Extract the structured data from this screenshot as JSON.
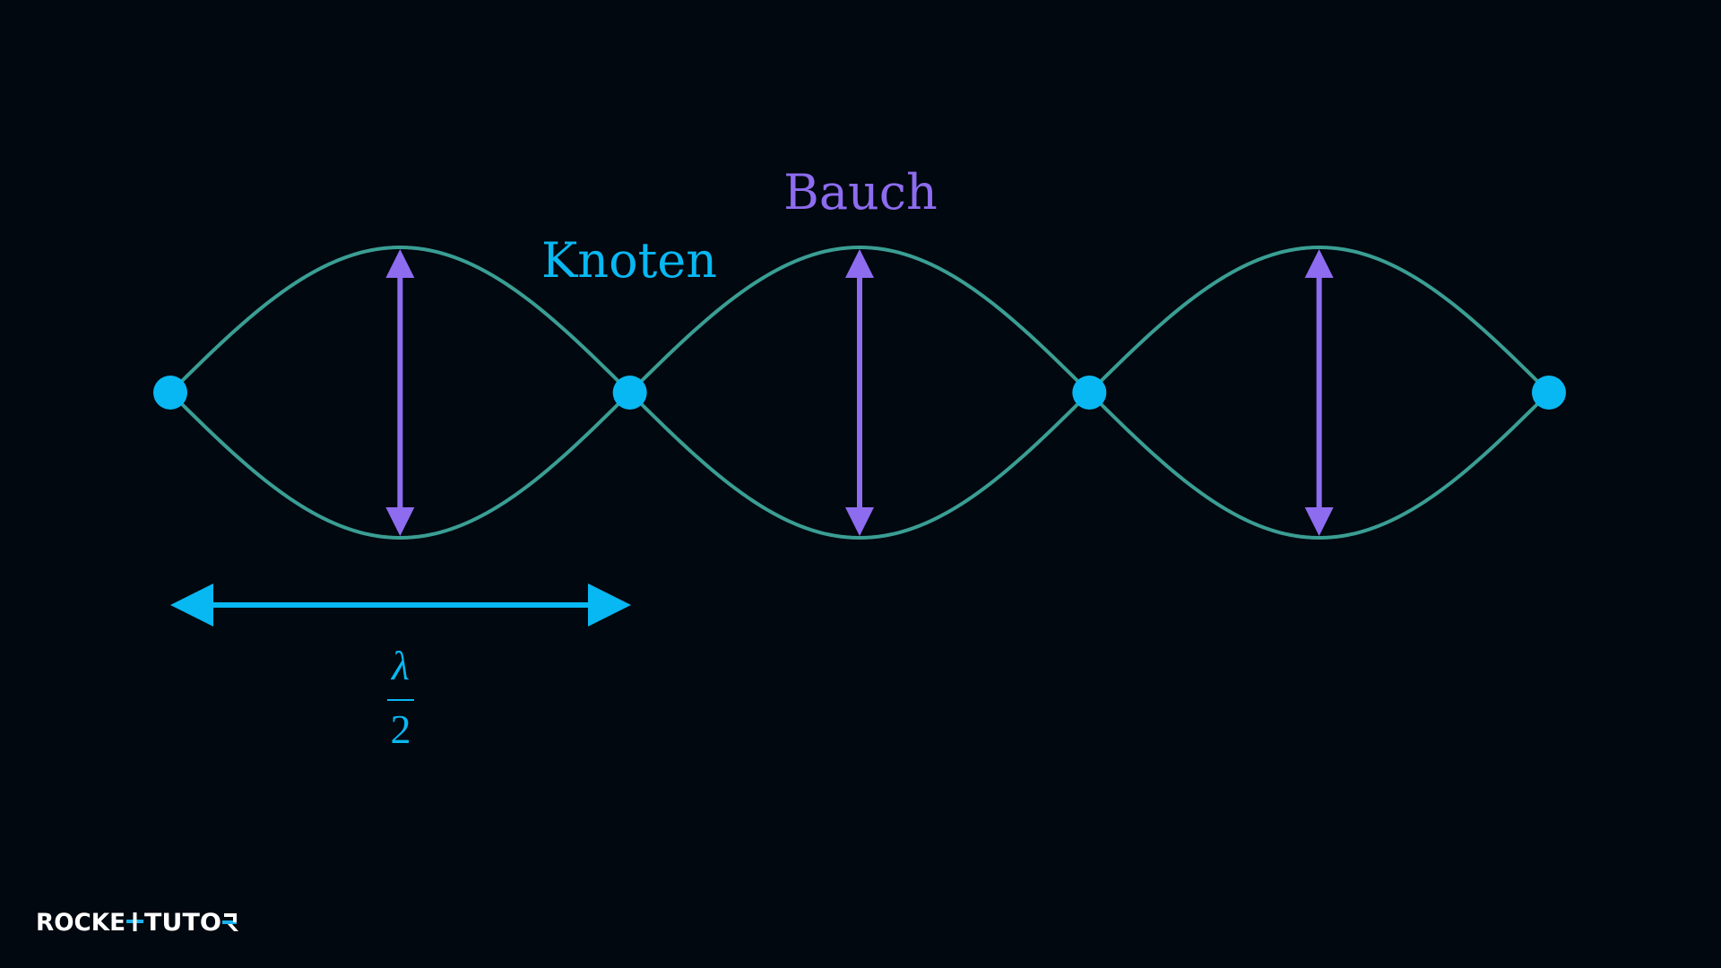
{
  "colors": {
    "background": "#02080f",
    "wave": "#3a9e94",
    "node": "#08b8f2",
    "antinode": "#8d6cf0",
    "logo_text": "#ffffff",
    "logo_accent": "#1ab0f0"
  },
  "labels": {
    "node": "Knoten",
    "antinode": "Bauch"
  },
  "wavelength": {
    "numerator": "λ",
    "denominator": "2"
  },
  "logo": {
    "part1": "ROCKE",
    "part2": "TUTO"
  },
  "wave": {
    "node_count": 4,
    "antinode_count": 3
  }
}
